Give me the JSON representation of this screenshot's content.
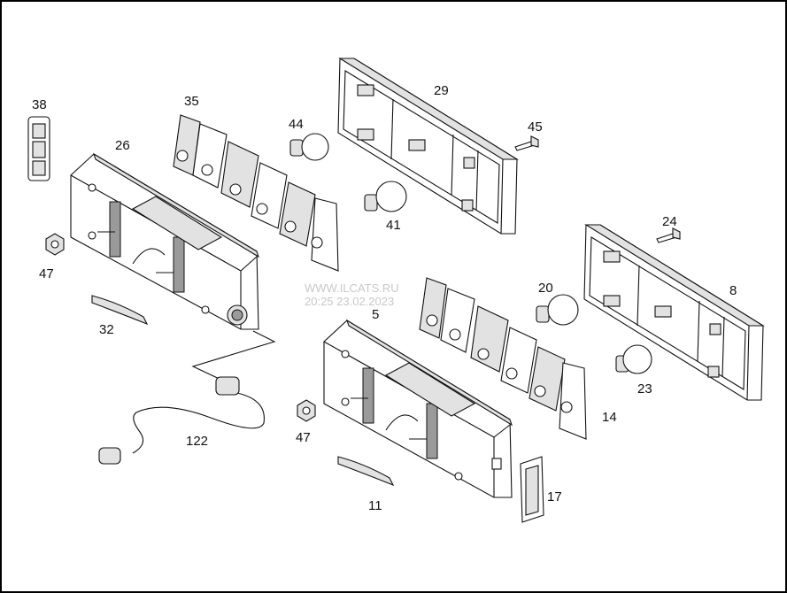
{
  "callouts": {
    "p38": "38",
    "p35": "35",
    "p44": "44",
    "p29": "29",
    "p45": "45",
    "p26": "26",
    "p41": "41",
    "p47a": "47",
    "p32": "32",
    "p24": "24",
    "p20": "20",
    "p8": "8",
    "p5": "5",
    "p23": "23",
    "p14": "14",
    "p122": "122",
    "p47b": "47",
    "p11": "11",
    "p17": "17"
  },
  "watermark": {
    "line1": "WWW.ILCATS.RU",
    "line2": "20:25 23.02.2023"
  },
  "colors": {
    "frame": "#000000",
    "line": "#111111",
    "shade": "#e2e2e2"
  }
}
